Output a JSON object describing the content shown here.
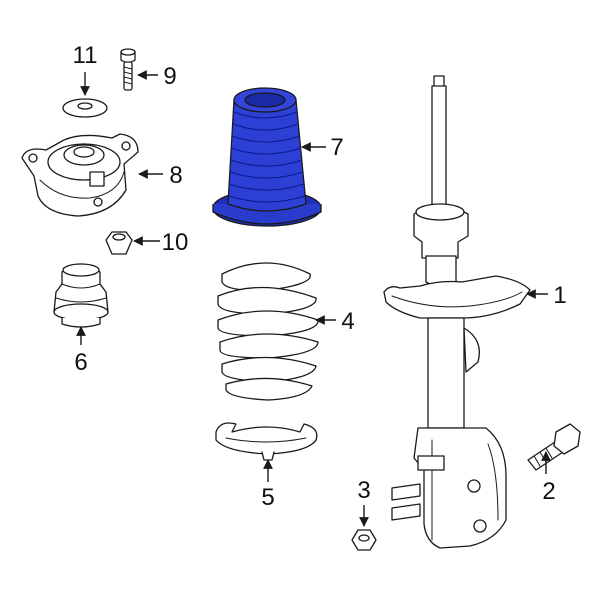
{
  "diagram": {
    "highlight_color": "#2233cc",
    "highlighted_part": "7",
    "callouts": {
      "c1": "1",
      "c2": "2",
      "c3": "3",
      "c4": "4",
      "c5": "5",
      "c6": "6",
      "c7": "7",
      "c8": "8",
      "c9": "9",
      "c10": "10",
      "c11": "11"
    }
  }
}
